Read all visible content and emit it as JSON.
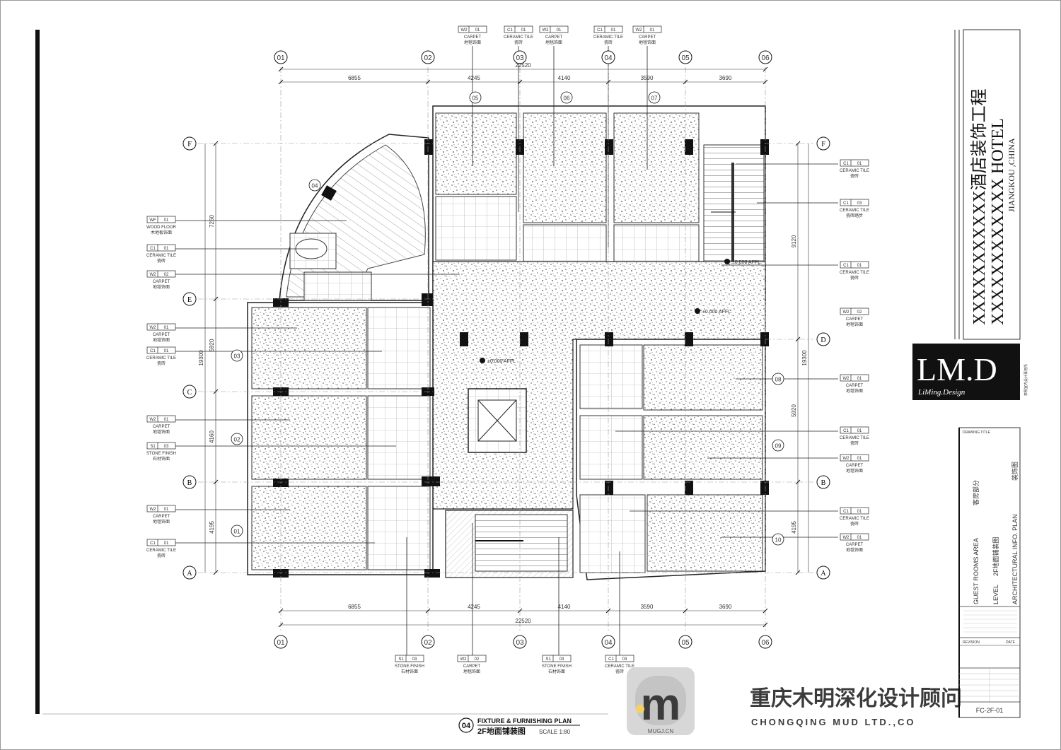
{
  "drawing": {
    "grid_columns": [
      "01",
      "02",
      "03",
      "04",
      "05",
      "06"
    ],
    "grid_rows": [
      "F",
      "E",
      "D",
      "C",
      "B",
      "A"
    ],
    "dims_top": [
      "6855",
      "4245",
      "4140",
      "3590",
      "3690"
    ],
    "dims_total": "22520",
    "dims_left": [
      "7260",
      "5920",
      "4160",
      "4195"
    ],
    "dims_left_total": "19300",
    "dims_right": [
      "9120",
      "5920",
      "4195"
    ],
    "dims_right_total": "19300",
    "room_numbers": [
      "01",
      "02",
      "03",
      "04",
      "05",
      "06",
      "07",
      "08",
      "09",
      "10"
    ],
    "affl_label": "±0.000 AFFL",
    "callouts_top": [
      {
        "code": "W2",
        "num": "01",
        "en": "CARPET",
        "cn": "地毯饰面"
      },
      {
        "code": "C1",
        "num": "01",
        "en": "CERAMIC TILE",
        "cn": "瓷砖"
      },
      {
        "code": "W2",
        "num": "01",
        "en": "CARPET",
        "cn": "地毯饰面"
      },
      {
        "code": "C1",
        "num": "01",
        "en": "CERAMIC TILE",
        "cn": "瓷砖"
      },
      {
        "code": "W2",
        "num": "01",
        "en": "CARPET",
        "cn": "地毯饰面"
      }
    ],
    "callouts_left": [
      {
        "code": "WF",
        "num": "01",
        "en": "WOOD FLOOR",
        "cn": "木地板饰面"
      },
      {
        "code": "C1",
        "num": "01",
        "en": "CERAMIC TILE",
        "cn": "瓷砖"
      },
      {
        "code": "W2",
        "num": "02",
        "en": "CARPET",
        "cn": "地毯饰面"
      },
      {
        "code": "W2",
        "num": "01",
        "en": "CARPET",
        "cn": "地毯饰面"
      },
      {
        "code": "C1",
        "num": "01",
        "en": "CERAMIC TILE",
        "cn": "瓷砖"
      },
      {
        "code": "W2",
        "num": "01",
        "en": "CARPET",
        "cn": "地毯饰面"
      },
      {
        "code": "S1",
        "num": "03",
        "en": "STONE FINISH",
        "cn": "石材饰面"
      },
      {
        "code": "W2",
        "num": "01",
        "en": "CARPET",
        "cn": "地毯饰面"
      },
      {
        "code": "C1",
        "num": "01",
        "en": "CERAMIC TILE",
        "cn": "瓷砖"
      }
    ],
    "callouts_right": [
      {
        "code": "C1",
        "num": "01",
        "en": "CERAMIC TILE",
        "cn": "瓷砖"
      },
      {
        "code": "C1",
        "num": "03",
        "en": "CERAMIC TILE",
        "cn": "瓷砖踏步"
      },
      {
        "code": "C1",
        "num": "01",
        "en": "CERAMIC TILE",
        "cn": "瓷砖"
      },
      {
        "code": "W2",
        "num": "02",
        "en": "CARPET",
        "cn": "地毯饰面"
      },
      {
        "code": "W2",
        "num": "01",
        "en": "CARPET",
        "cn": "地毯饰面"
      },
      {
        "code": "C1",
        "num": "01",
        "en": "CERAMIC TILE",
        "cn": "瓷砖"
      },
      {
        "code": "W2",
        "num": "01",
        "en": "CARPET",
        "cn": "地毯饰面"
      },
      {
        "code": "C1",
        "num": "01",
        "en": "CERAMIC TILE",
        "cn": "瓷砖"
      },
      {
        "code": "W2",
        "num": "01",
        "en": "CARPET",
        "cn": "地毯饰面"
      }
    ],
    "callouts_bottom": [
      {
        "code": "S1",
        "num": "03",
        "en": "STONE FINISH",
        "cn": "石材饰面"
      },
      {
        "code": "W2",
        "num": "02",
        "en": "CARPET",
        "cn": "地毯饰面"
      },
      {
        "code": "S1",
        "num": "03",
        "en": "STONE FINISH",
        "cn": "石材饰面"
      },
      {
        "code": "C1",
        "num": "03",
        "en": "CERAMIC TILE",
        "cn": "瓷砖"
      }
    ],
    "title_number": "04",
    "title_en": "FIXTURE & FURNISHING PLAN",
    "title_cn": "2F地面铺装图",
    "title_scale": "SCALE 1:80"
  },
  "titleblock": {
    "project_cn": "XXXXXXXXXXX酒店装饰工程",
    "project_en": "XXXXXXXXXXXX HOTEL",
    "location": "JIANGKOU ,CHINA",
    "logo": "LM.D",
    "logo_sub": "LiMing.Design",
    "logo_side": "李明室内设计事务所",
    "drawing_title_label": "DRAWING TITLE",
    "area_en": "GUEST ROOMS AREA",
    "area_cn": "客房部分",
    "level_en": "LEVEL",
    "level_cn": "2F地面铺装图",
    "info_en": "ARCHITECTURAL INFO. PLAN",
    "info_cn": "装饰图",
    "revision_label": "REVISION",
    "date_label": "DATE",
    "drawing_no": "FC-2F-01"
  },
  "watermark": {
    "cn": "重庆木明深化设计顾问",
    "en": "CHONGQING MUD LTD.,CO",
    "logo_letter": "m",
    "logo_text": "MUGJ.CN"
  }
}
